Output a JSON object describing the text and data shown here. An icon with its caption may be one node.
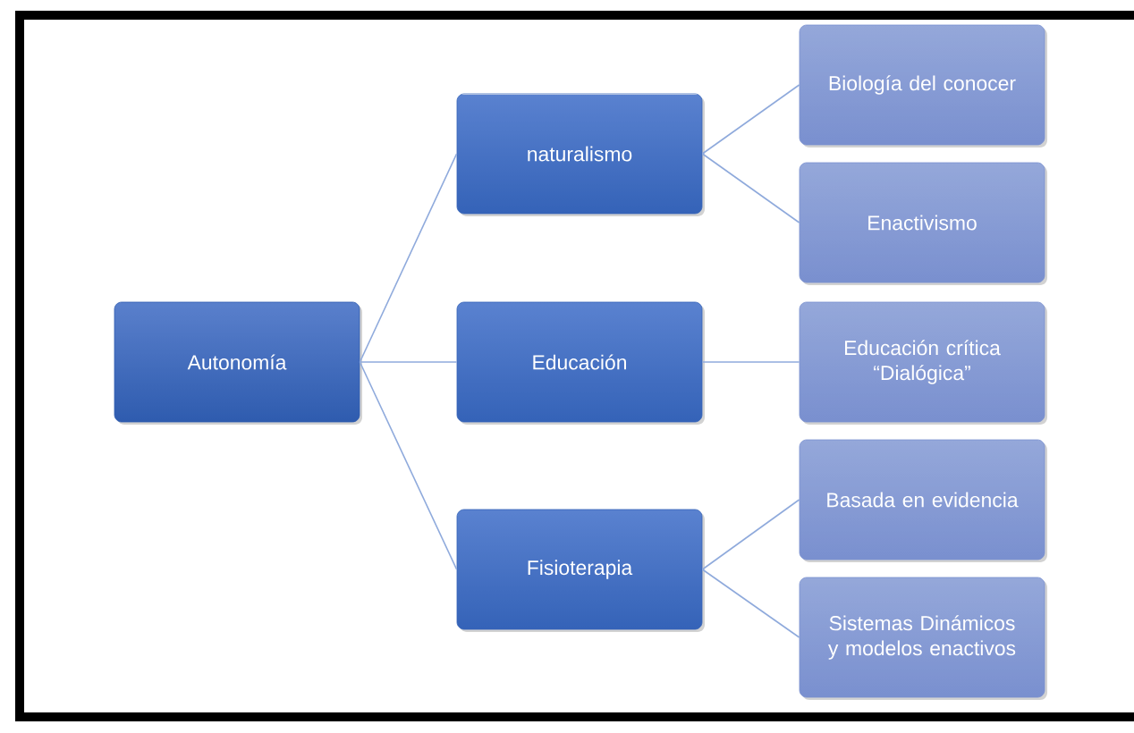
{
  "diagram": {
    "nodes": [
      {
        "text": [
          "Autonomía"
        ]
      },
      {
        "text": [
          "naturalismo"
        ]
      },
      {
        "text": [
          "Educación"
        ]
      },
      {
        "text": [
          "Fisioterapia"
        ]
      },
      {
        "text": [
          "Biología del conocer"
        ]
      },
      {
        "text": [
          "Enactivismo"
        ]
      },
      {
        "text": [
          "Educación crítica “Dialógica”"
        ]
      },
      {
        "text": [
          "Basada en evidencia"
        ]
      },
      {
        "text": [
          "Sistemas Dinámicos y modelos enactivos"
        ]
      }
    ],
    "edges": [
      {
        "from": 0,
        "to": 1,
        "arrow": "none"
      },
      {
        "from": 0,
        "to": 2,
        "arrow": "none"
      },
      {
        "from": 0,
        "to": 3,
        "arrow": "none"
      },
      {
        "from": 1,
        "to": 4,
        "arrow": "none"
      },
      {
        "from": 1,
        "to": 5,
        "arrow": "none"
      },
      {
        "from": 2,
        "to": 6,
        "arrow": "none"
      },
      {
        "from": 3,
        "to": 7,
        "arrow": "none"
      },
      {
        "from": 3,
        "to": 8,
        "arrow": "none"
      }
    ]
  }
}
